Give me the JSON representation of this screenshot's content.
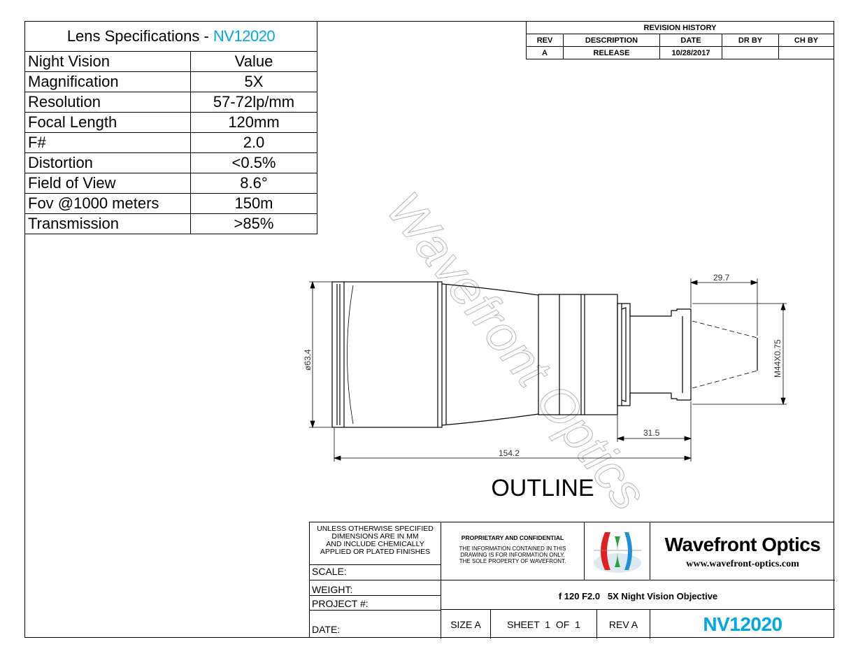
{
  "spec_table": {
    "title_prefix": "Lens Specifications - ",
    "title_model": "NV12020",
    "header": [
      "Night Vision",
      "Value"
    ],
    "rows": [
      [
        "Magnification",
        "5X"
      ],
      [
        "Resolution",
        "57-72lp/mm"
      ],
      [
        "Focal Length",
        "120mm"
      ],
      [
        "F#",
        "2.0"
      ],
      [
        "Distortion",
        "<0.5%"
      ],
      [
        "Field of View",
        "8.6°"
      ],
      [
        "Fov @1000 meters",
        "150m"
      ],
      [
        "Transmission",
        ">85%"
      ]
    ]
  },
  "revision": {
    "title": "REVISION HISTORY",
    "columns": [
      "REV",
      "DESCRIPTION",
      "DATE",
      "DR BY",
      "CH BY"
    ],
    "row": [
      "A",
      "RELEASE",
      "10/28/2017",
      "",
      ""
    ]
  },
  "drawing": {
    "watermark": "Wavefront Optics",
    "outline_label": "OUTLINE",
    "dimensions": {
      "diameter": "ø63.4",
      "total_length": "154.2",
      "flange": "31.5",
      "back_focus": "29.7",
      "thread": "M44X0.75"
    }
  },
  "title_block": {
    "notes": [
      "UNLESS OTHERWISE SPECIFIED",
      "DIMENSIONS ARE IN MM",
      "AND INCLUDE CHEMICALLY",
      "APPLIED OR PLATED FINISHES"
    ],
    "scale_label": "SCALE:",
    "weight_label": "WEIGHT:",
    "project_label": "PROJECT #:",
    "date_label": "DATE:",
    "proprietary_title": "PROPRIETARY AND CONFIDENTIAL",
    "proprietary_text": [
      "THE INFORMATION CONTAINED IN THIS",
      "DRAWING IS FOR INFORMATION ONLY.",
      "THE SOLE PROPERTY OF WAVEFRONT."
    ],
    "company": "Wavefront Optics",
    "website": "www.wavefront-optics.com",
    "description": "f 120 F2.0   5X Night Vision Objective",
    "size": "SIZE A",
    "sheet": "SHEET  1  OF  1",
    "rev": "REV A",
    "part_number": "NV12020"
  },
  "colors": {
    "accent": "#00a6e6"
  }
}
